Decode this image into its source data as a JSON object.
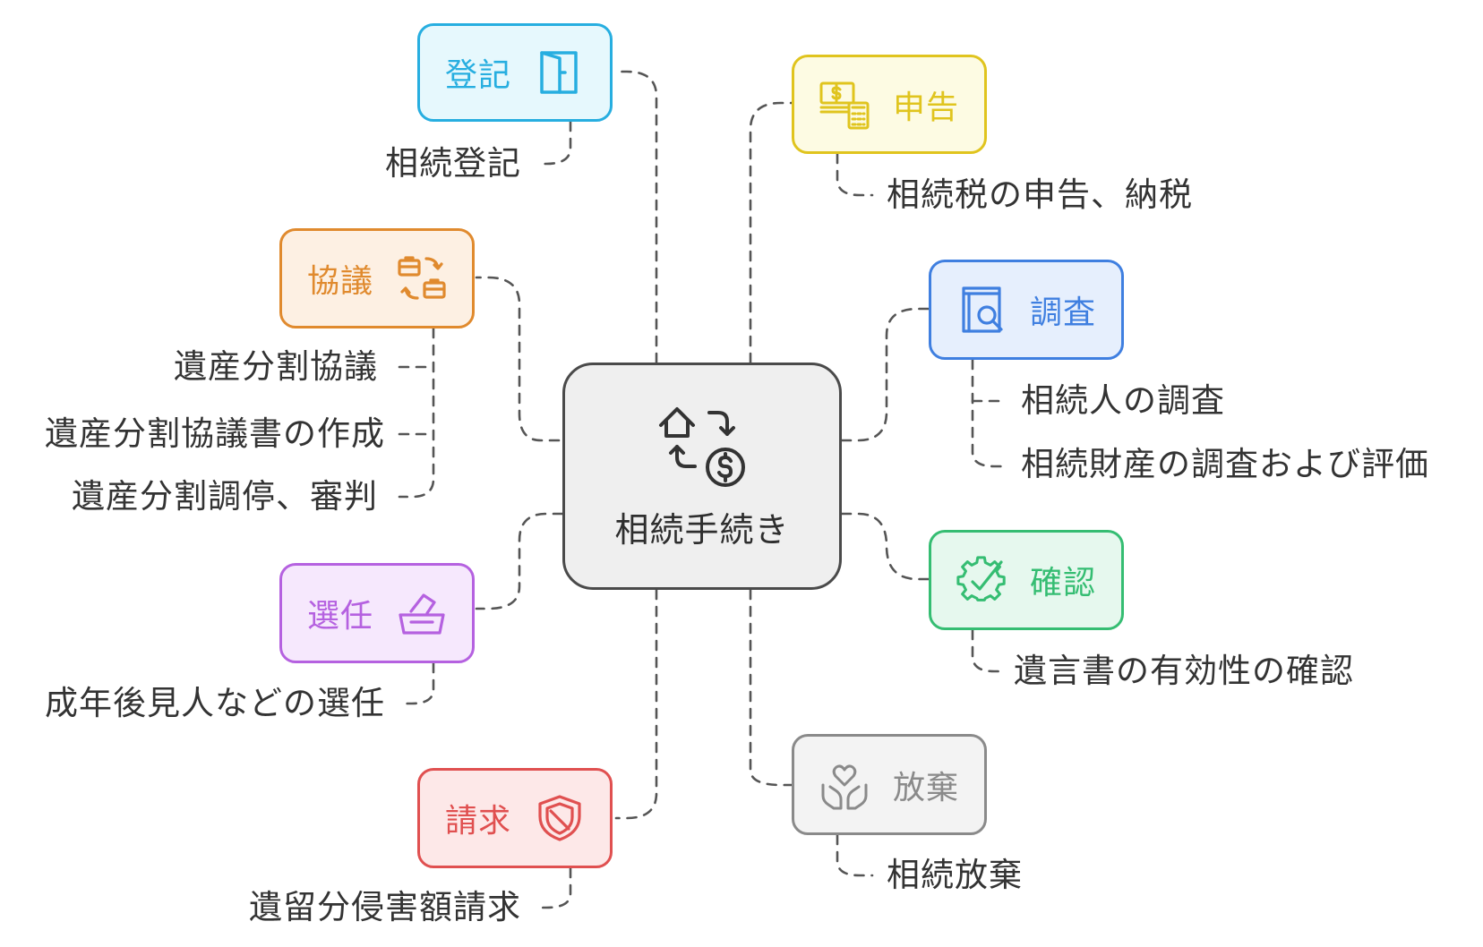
{
  "center": {
    "label": "相続手続き",
    "icon": "house-money-exchange-icon"
  },
  "branches": {
    "touki": {
      "label": "登記",
      "icon": "door-icon",
      "color": "#27aee0",
      "fill": "#e6f8fd",
      "items": [
        "相続登記"
      ]
    },
    "kyougi": {
      "label": "協議",
      "icon": "briefcase-exchange-icon",
      "color": "#e08a2e",
      "fill": "#fdf0e3",
      "items": [
        "遺産分割協議",
        "遺産分割協議書の作成",
        "遺産分割調停、審判"
      ]
    },
    "sennin": {
      "label": "選任",
      "icon": "ballot-box-icon",
      "color": "#b561e0",
      "fill": "#f6e8fd",
      "items": [
        "成年後見人などの選任"
      ]
    },
    "seikyuu": {
      "label": "請求",
      "icon": "shield-slash-icon",
      "color": "#e05050",
      "fill": "#fde8e8",
      "items": [
        "遺留分侵害額請求"
      ]
    },
    "shinkoku": {
      "label": "申告",
      "icon": "money-calculator-icon",
      "color": "#e0c41e",
      "fill": "#fdfbe3",
      "items": [
        "相続税の申告、納税"
      ]
    },
    "chousa": {
      "label": "調査",
      "icon": "book-search-icon",
      "color": "#3f7fe0",
      "fill": "#e6effd",
      "items": [
        "相続人の調査",
        "相続財産の調査および評価"
      ]
    },
    "kakunin": {
      "label": "確認",
      "icon": "gear-check-icon",
      "color": "#35bd72",
      "fill": "#e6f8ee",
      "items": [
        "遺言書の有効性の確認"
      ]
    },
    "houki": {
      "label": "放棄",
      "icon": "heart-hands-icon",
      "color": "#8a8a8a",
      "fill": "#f3f3f3",
      "items": [
        "相続放棄"
      ]
    }
  }
}
